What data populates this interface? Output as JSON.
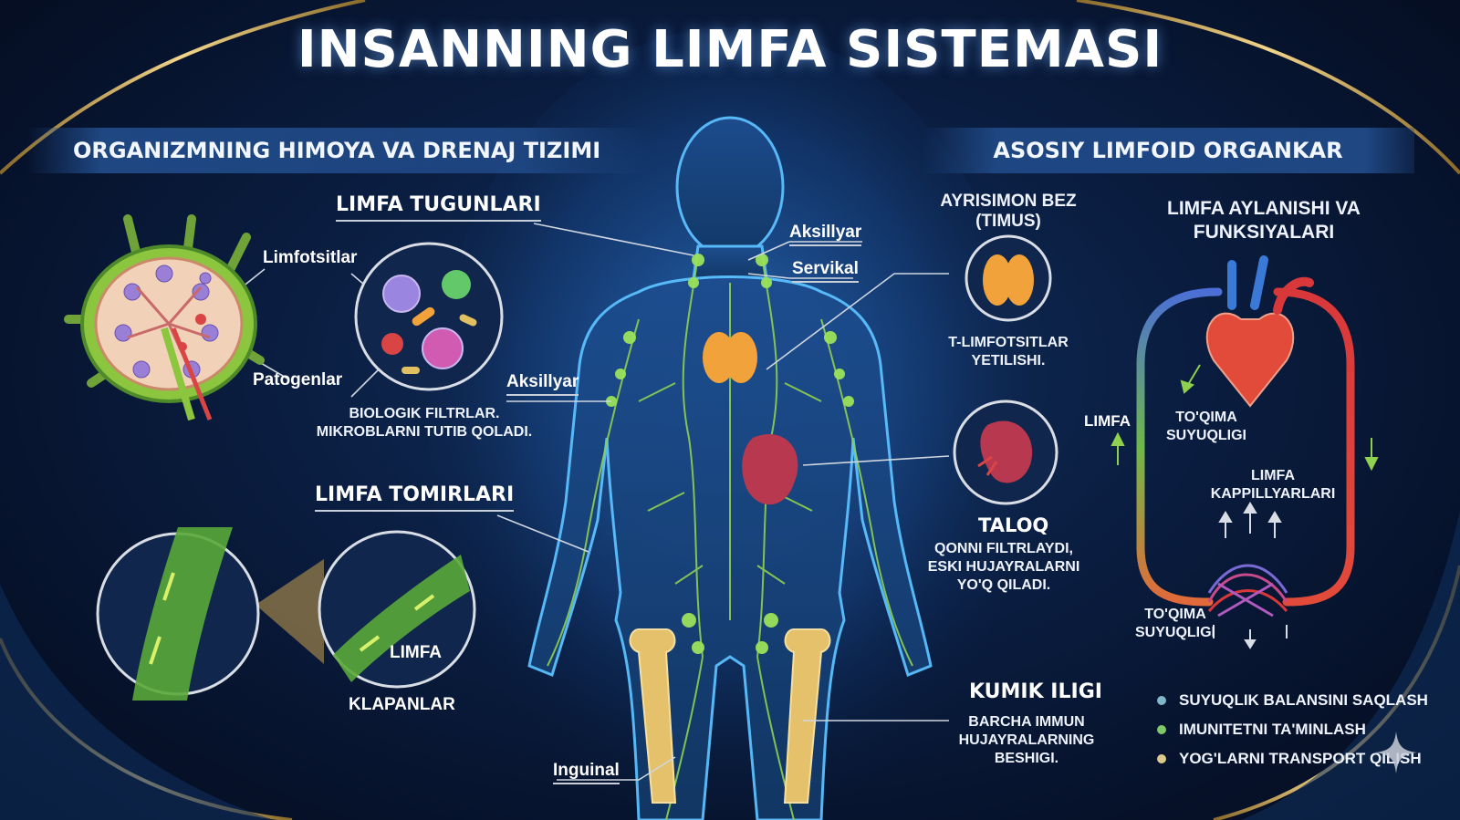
{
  "title": "INSANNING LIMFA SISTEMASI",
  "banner_left": "ORGANIZMNING HIMOYA VA DRENAJ TIZIMI",
  "banner_right": "ASOSIY LIMFOID ORGANKAR",
  "nodes": {
    "heading": "LIMFA TUGUNLARI",
    "label_lymphocytes": "Limfotsitlar",
    "label_pathogens": "Patogenlar",
    "caption_line1": "BIOLOGIK FILTRLAR.",
    "caption_line2": "MIKROBLARNI TUTIB QOLADI."
  },
  "vessels": {
    "heading": "LIMFA TOMIRLARI",
    "label_lymph": "LIMFA",
    "label_valves": "KLAPANLAR"
  },
  "body_labels": {
    "axillary_top": "Aksillyar",
    "cervical": "Servikal",
    "axillary_side": "Aksillyar",
    "inguinal": "Inguinal"
  },
  "thymus": {
    "heading_line1": "AYRISIMON BEZ",
    "heading_line2": "(TIMUS)",
    "caption_line1": "T-LIMFOTSITLAR",
    "caption_line2": "YETILISHI."
  },
  "spleen": {
    "heading": "TALOQ",
    "caption_line1": "QONNI FILTRLAYDI,",
    "caption_line2": "ESKI HUJAYRALARNI",
    "caption_line3": "YO'Q QILADI."
  },
  "marrow": {
    "heading": "KUMIK ILIGI",
    "caption_line1": "BARCHA IMMUN",
    "caption_line2": "HUJAYRALARNING",
    "caption_line3": "BESHIGI."
  },
  "circulation": {
    "heading_line1": "LIMFA AYLANISHI VA",
    "heading_line2": "FUNKSIYALARI",
    "label_lymph": "LIMFA",
    "label_tissue_fluid_top_1": "TO'QIMA",
    "label_tissue_fluid_top_2": "SUYUQLIGI",
    "label_capillaries_1": "LIMFA",
    "label_capillaries_2": "KAPPILLYARLARI",
    "label_tissue_fluid_bottom_1": "TO'QIMA",
    "label_tissue_fluid_bottom_2": "SUYUQLIGI"
  },
  "legend": [
    {
      "text": "SUYUQLIK BALANSINI SAQLASH",
      "color": "#7fb6c8"
    },
    {
      "text": "IMUNITETNI TA'MINLASH",
      "color": "#7ec86a"
    },
    {
      "text": "YOG'LARNI TRANSPORT QILISH",
      "color": "#d9c98a"
    }
  ],
  "colors": {
    "background": "#0a1d40",
    "gold_frame": "#c9a24f",
    "lymph_green": "#8fd14f",
    "body_glow": "#4fb3ff"
  }
}
